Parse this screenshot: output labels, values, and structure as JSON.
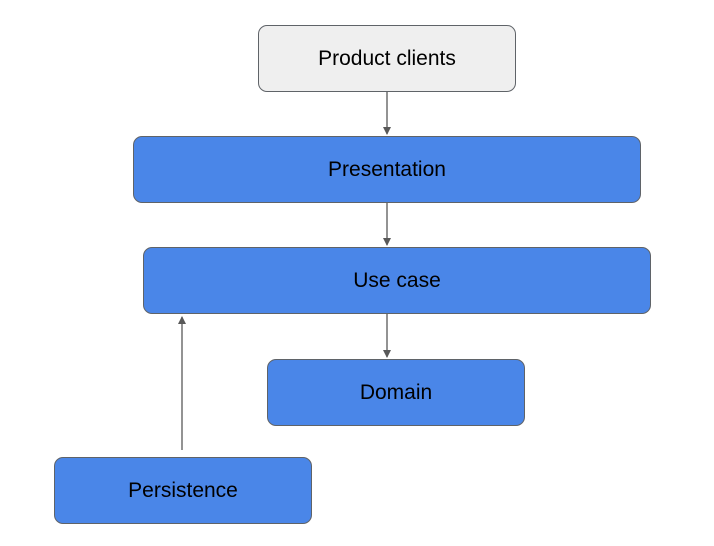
{
  "diagram": {
    "nodes": {
      "product_clients": "Product clients",
      "presentation": "Presentation",
      "use_case": "Use case",
      "domain": "Domain",
      "persistence": "Persistence"
    },
    "edges": [
      {
        "from": "product_clients",
        "to": "presentation"
      },
      {
        "from": "presentation",
        "to": "use_case"
      },
      {
        "from": "use_case",
        "to": "domain"
      },
      {
        "from": "persistence",
        "to": "use_case"
      }
    ],
    "colors": {
      "client_fill": "#efefef",
      "layer_fill": "#4a86e8",
      "border": "#5f6368",
      "arrow": "#595959"
    }
  }
}
